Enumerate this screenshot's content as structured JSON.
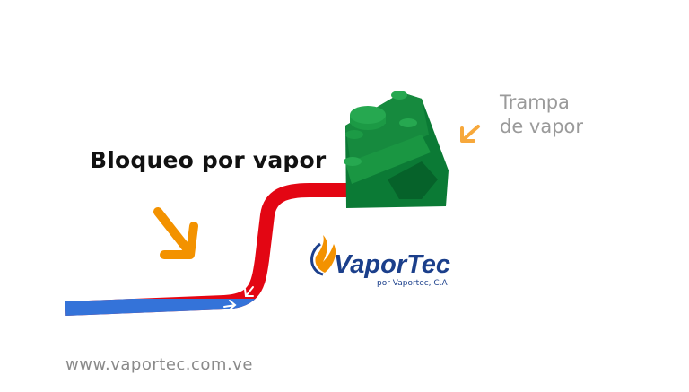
{
  "title": "Bloqueo por vapor",
  "trap_label": {
    "line1": "Trampa",
    "line2": "de vapor"
  },
  "logo": {
    "brand": "VaporTec",
    "subtitle": "por Vaportec, C.A"
  },
  "website": "www.vaportec.com.ve",
  "colors": {
    "steam": "#e30613",
    "condensate": "#3473d9",
    "trap": "#0b7a35",
    "arrow": "#f39200",
    "brand": "#1b3f8b"
  }
}
